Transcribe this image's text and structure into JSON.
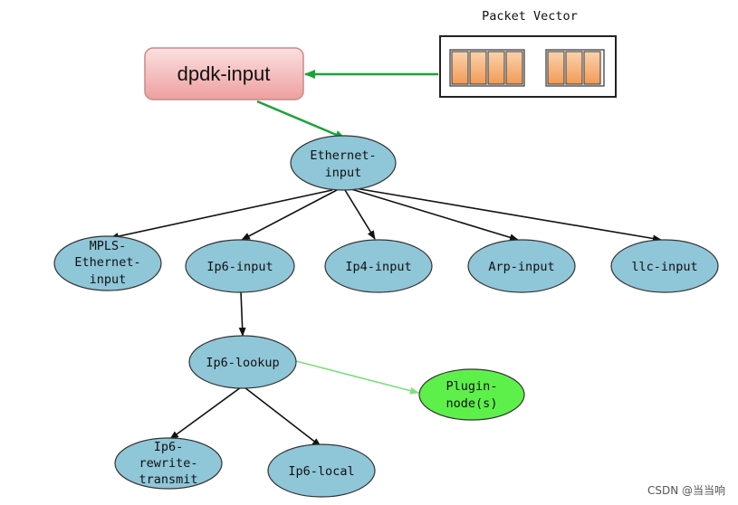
{
  "packet_vector": {
    "title": "Packet Vector"
  },
  "dpdk": {
    "label": "dpdk-input"
  },
  "ethernet": {
    "lines": [
      "Ethernet-",
      "input"
    ]
  },
  "mpls": {
    "lines": [
      "MPLS-",
      "Ethernet-",
      "input"
    ]
  },
  "ip6_input": {
    "label": "Ip6-input"
  },
  "ip4_input": {
    "label": "Ip4-input"
  },
  "arp_input": {
    "label": "Arp-input"
  },
  "llc_input": {
    "label": "llc-input"
  },
  "ip6_lookup": {
    "label": "Ip6-lookup"
  },
  "plugin": {
    "lines": [
      "Plugin-",
      "node(s)"
    ]
  },
  "ip6_rewrite": {
    "lines": [
      "Ip6-",
      "rewrite-",
      "transmit"
    ]
  },
  "ip6_local": {
    "label": "Ip6-local"
  },
  "watermark": "CSDN @当当响",
  "colors": {
    "node_fill": "#8fc6d8",
    "plugin_fill": "#5ef04a",
    "dpdk_fill": "#f2b4b4",
    "packet_cell": "#f6b27a",
    "green_arrow": "#1aa33a",
    "light_green_arrow": "#7de07d"
  }
}
